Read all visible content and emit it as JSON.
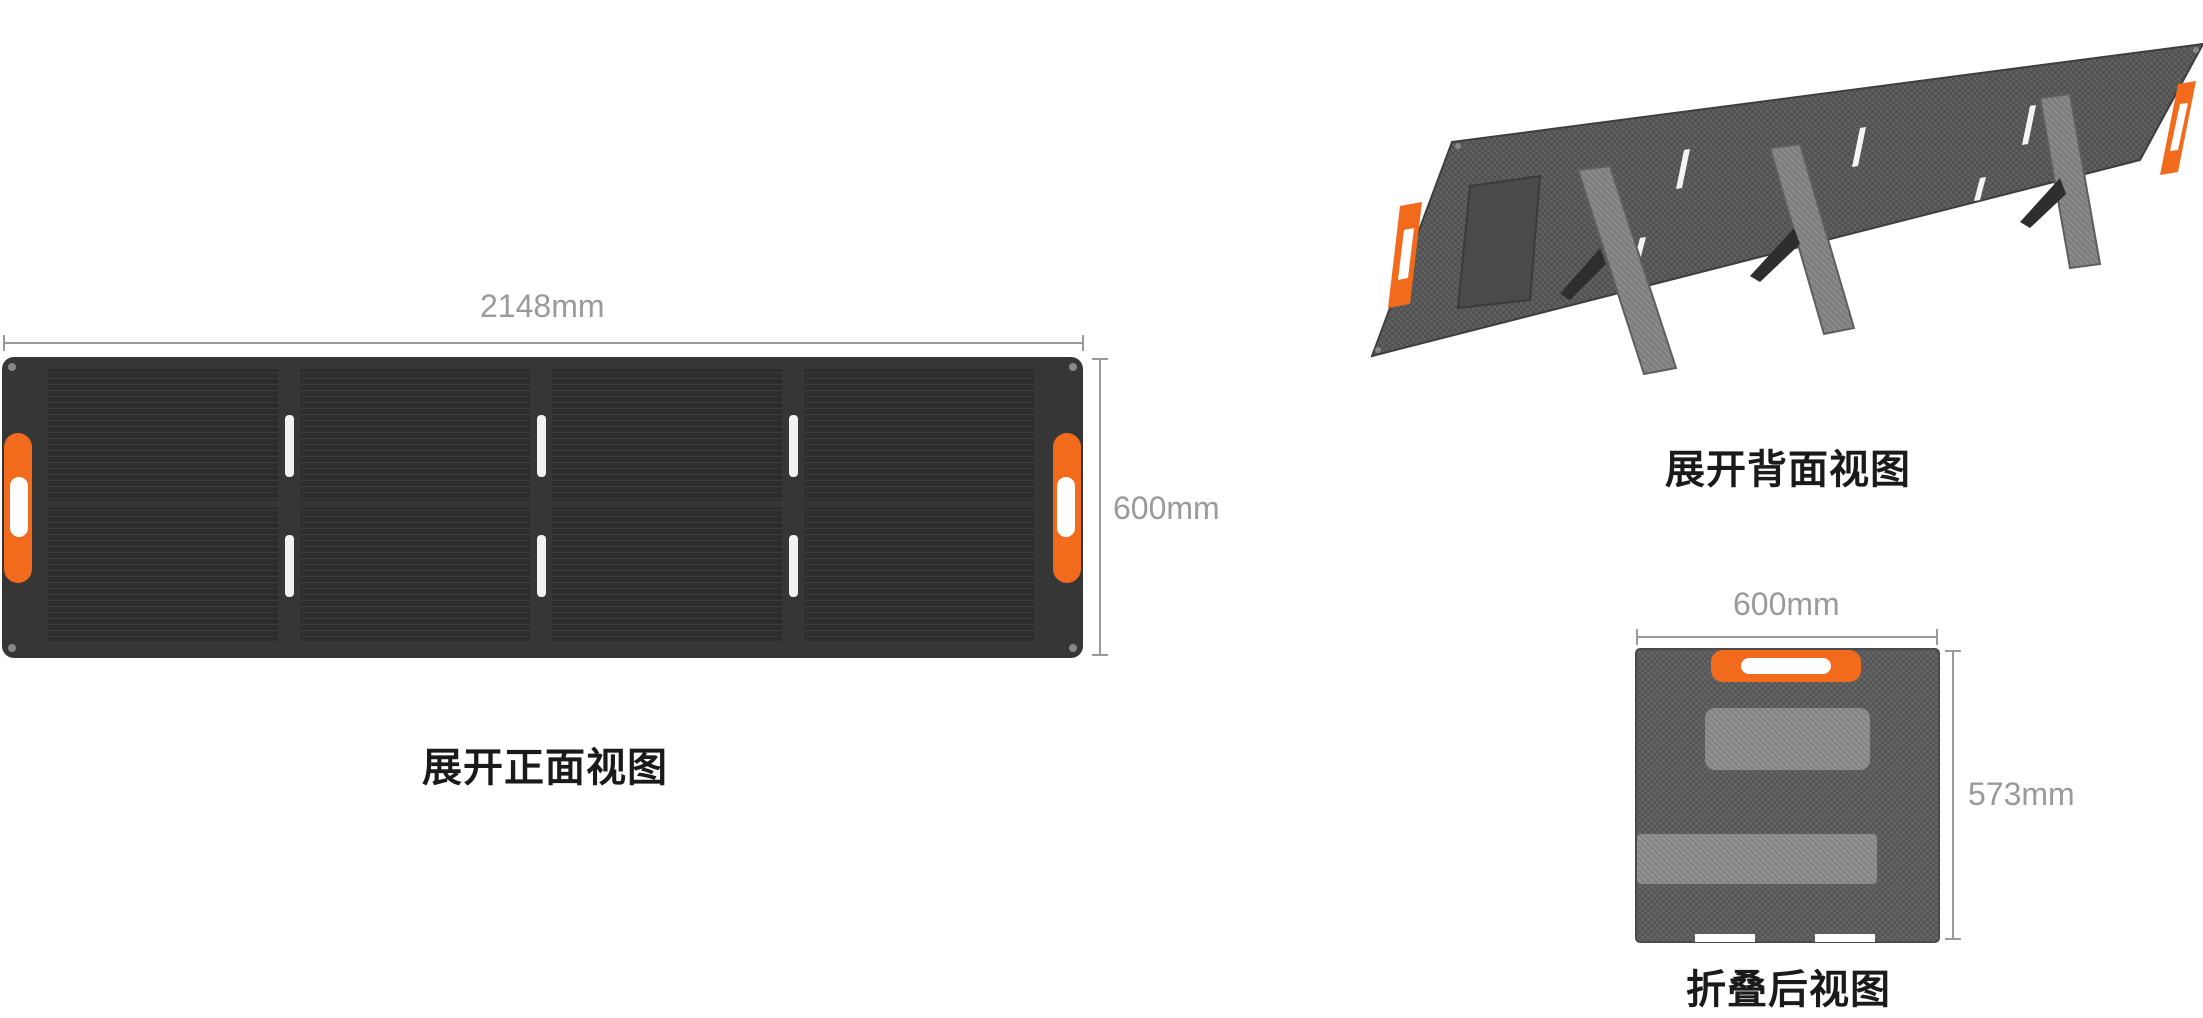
{
  "front_view": {
    "width_label": "2148mm",
    "height_label": "600mm",
    "caption": "展开正面视图"
  },
  "back_view": {
    "caption": "展开背面视图"
  },
  "folded_view": {
    "width_label": "600mm",
    "height_label": "573mm",
    "caption": "折叠后视图"
  },
  "colors": {
    "panel_frame": "#3a3a3a",
    "cell": "#2a2a2a",
    "handle": "#f26b1d",
    "fabric": "#5a5a5a",
    "dimension": "#9a9a9a"
  }
}
